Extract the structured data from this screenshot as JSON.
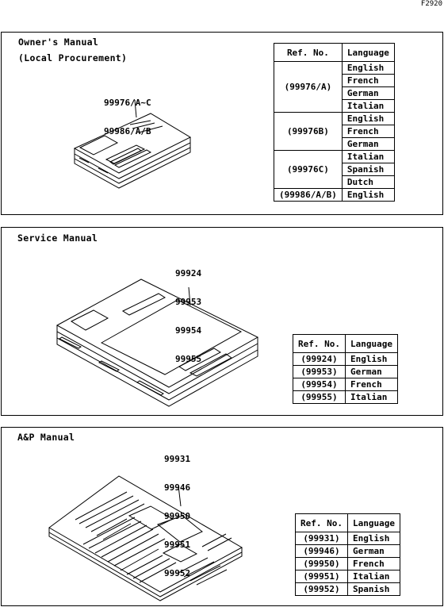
{
  "figure_id": "F2920",
  "header": {
    "ref_no": "Ref. No.",
    "language": "Language"
  },
  "owners": {
    "title_line1": "Owner's Manual",
    "title_line2": "(Local Procurement)",
    "parts": [
      "99976/A~C",
      "99986/A/B"
    ],
    "rows": [
      {
        "ref": "(99976/A)",
        "langs": [
          "English",
          "French",
          "German",
          "Italian"
        ]
      },
      {
        "ref": "(99976B)",
        "langs": [
          "English",
          "French",
          "German"
        ]
      },
      {
        "ref": "(99976C)",
        "langs": [
          "Italian",
          "Spanish",
          "Dutch"
        ]
      },
      {
        "ref": "(99986/A/B)",
        "langs": [
          "English"
        ]
      }
    ]
  },
  "service": {
    "title": "Service Manual",
    "parts": [
      "99924",
      "99953",
      "99954",
      "99955"
    ],
    "rows": [
      {
        "ref": "(99924)",
        "lang": "English"
      },
      {
        "ref": "(99953)",
        "lang": "German"
      },
      {
        "ref": "(99954)",
        "lang": "French"
      },
      {
        "ref": "(99955)",
        "lang": "Italian"
      }
    ]
  },
  "ap": {
    "title": "A&P Manual",
    "parts": [
      "99931",
      "99946",
      "99950",
      "99951",
      "99952"
    ],
    "rows": [
      {
        "ref": "(99931)",
        "lang": "English"
      },
      {
        "ref": "(99946)",
        "lang": "German"
      },
      {
        "ref": "(99950)",
        "lang": "French"
      },
      {
        "ref": "(99951)",
        "lang": "Italian"
      },
      {
        "ref": "(99952)",
        "lang": "Spanish"
      }
    ]
  }
}
